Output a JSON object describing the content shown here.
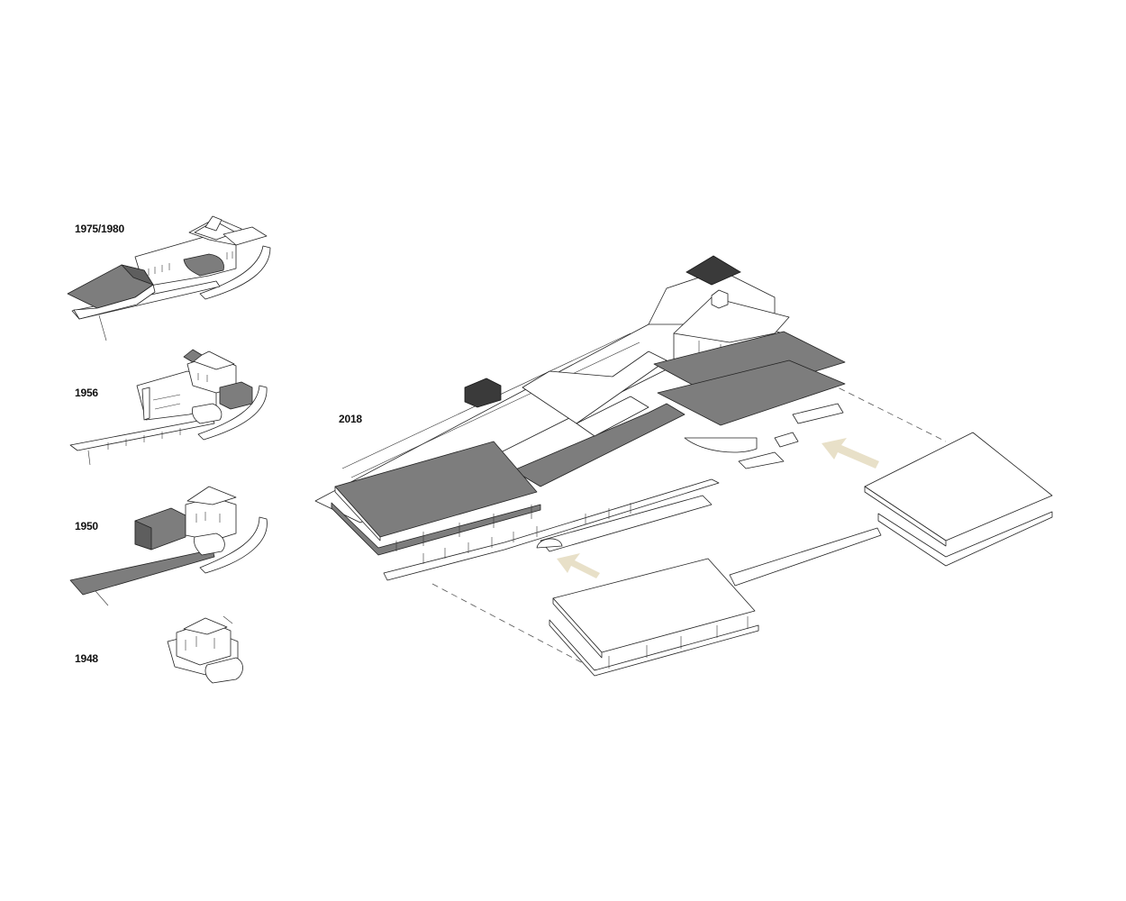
{
  "phases": [
    {
      "year": "1975/1980"
    },
    {
      "year": "1956"
    },
    {
      "year": "1950"
    },
    {
      "year": "1948"
    }
  ],
  "main": {
    "year": "2018"
  },
  "colors": {
    "highlight": "#7d7d7d",
    "dark_block": "#3a3a3a",
    "arrow": "#e8e0c8",
    "line": "#222222"
  }
}
